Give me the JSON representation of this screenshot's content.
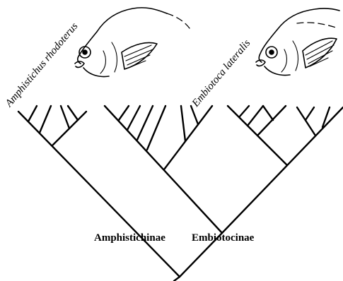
{
  "species": {
    "left": "Amphistichus rhodoterus",
    "right": "Embiotoca lateralis"
  },
  "clades": {
    "left": "Amphistichinae",
    "right": "Embiotocinae"
  }
}
